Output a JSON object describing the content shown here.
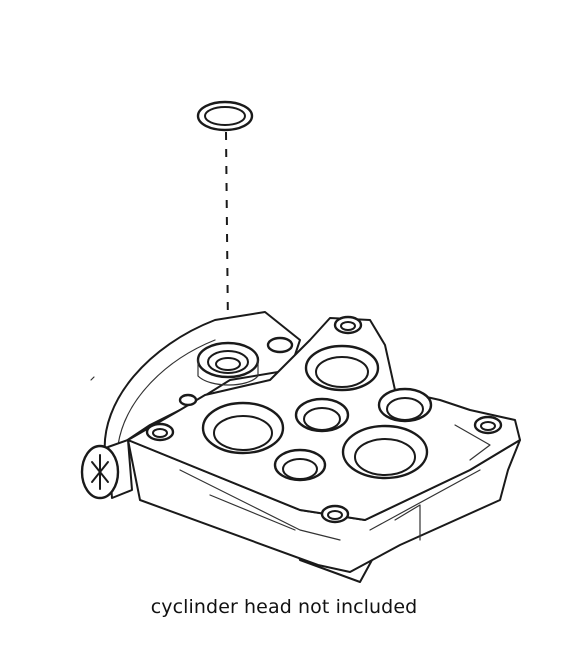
{
  "caption": "cyclinder head not included",
  "parts": [
    "o-ring",
    "pump-head-manifold",
    "bolt"
  ]
}
